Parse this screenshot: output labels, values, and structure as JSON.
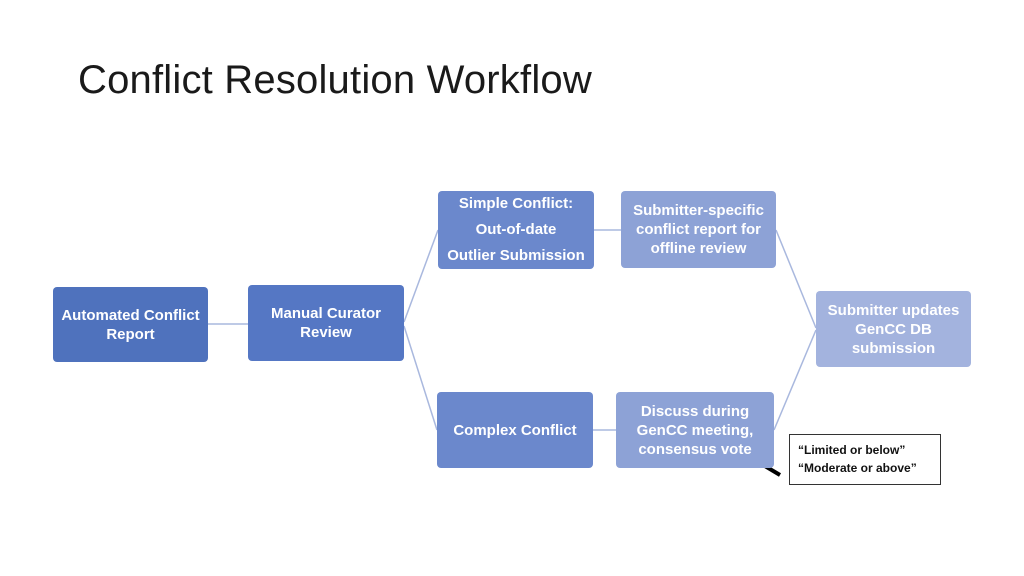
{
  "title": "Conflict Resolution Workflow",
  "colors": {
    "dark_blue": "#4f72bd",
    "medium_blue": "#6b88cc",
    "light_blue": "#8da2d6",
    "connector": "#a9b8de"
  },
  "nodes": {
    "automated_report": {
      "lines": [
        "Automated Conflict",
        "Report"
      ]
    },
    "manual_review": {
      "lines": [
        "Manual Curator",
        "Review"
      ]
    },
    "simple_conflict": {
      "lines": [
        "Simple Conflict:",
        "Out-of-date",
        "Outlier Submission"
      ]
    },
    "complex_conflict": {
      "lines": [
        "Complex Conflict"
      ]
    },
    "submitter_report": {
      "lines": [
        "Submitter-specific",
        "conflict report for",
        "offline review"
      ]
    },
    "discuss_meeting": {
      "lines": [
        "Discuss during",
        "GenCC meeting,",
        "consensus vote"
      ]
    },
    "submitter_updates": {
      "lines": [
        "Submitter updates",
        "GenCC DB",
        "submission"
      ]
    }
  },
  "callout": {
    "lines": [
      "“Limited or below”",
      "“Moderate or above”"
    ]
  }
}
